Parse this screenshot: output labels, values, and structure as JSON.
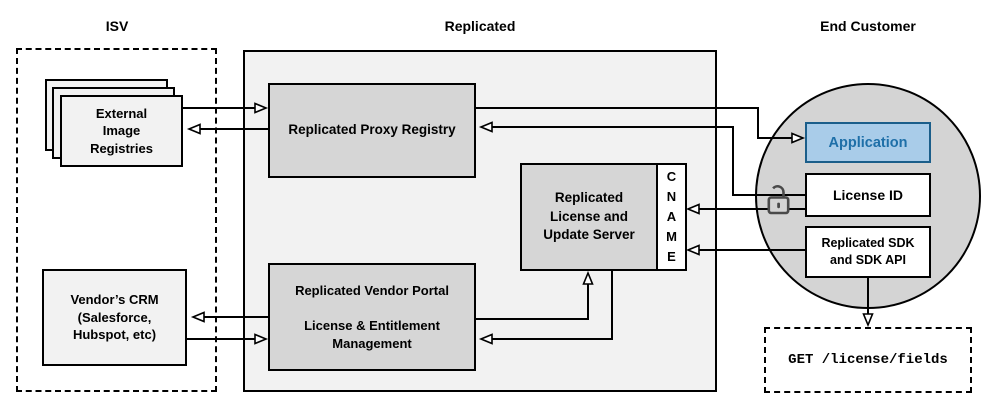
{
  "sections": {
    "isv": {
      "label": "ISV"
    },
    "replicated": {
      "label": "Replicated"
    },
    "end_customer": {
      "label": "End Customer"
    }
  },
  "nodes": {
    "external_registries": {
      "label": "External\nImage\nRegistries"
    },
    "vendors_crm": {
      "label": "Vendor’s CRM\n(Salesforce,\nHubspot, etc)"
    },
    "proxy_registry": {
      "label": "Replicated Proxy Registry"
    },
    "license_update_server": {
      "label": "Replicated\nLicense and\nUpdate Server"
    },
    "cname": {
      "label": "C\nN\nA\nM\nE"
    },
    "vendor_portal": {
      "label": "Replicated Vendor Portal\n\nLicense & Entitlement\nManagement"
    },
    "application": {
      "label": "Application"
    },
    "license_id": {
      "label": "License ID"
    },
    "replicated_sdk": {
      "label": "Replicated SDK\nand SDK API"
    },
    "get_endpoint": {
      "label": "GET /license/fields"
    }
  },
  "icons": {
    "lock": "open-padlock"
  },
  "colors": {
    "application_fill": "#A9CCE9",
    "application_border": "#1B5E8A",
    "application_text": "#1E6FA8",
    "inner_gray": "#D6D6D6",
    "container_gray": "#F2F2F2",
    "circle_gray": "#D4D4D4",
    "line": "#000000"
  }
}
